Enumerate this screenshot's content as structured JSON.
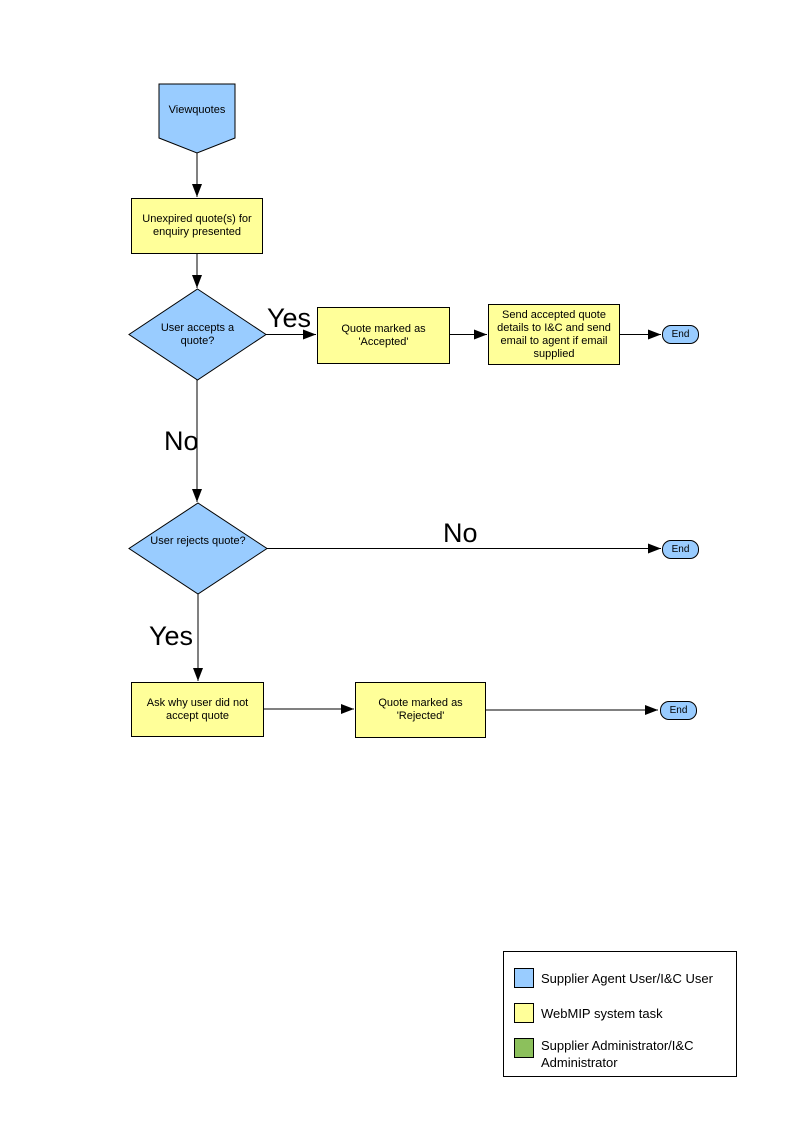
{
  "flowchart": {
    "start": "Viewquotes",
    "process_unexpired": "Unexpired quote(s) for enquiry presented",
    "decision_accepts": "User accepts a quote?",
    "label_accepts_yes": "Yes",
    "process_marked_accepted": "Quote  marked as 'Accepted'",
    "process_send_details": "Send accepted quote details to I&C and send email to agent if email supplied",
    "end_accepted": "End",
    "label_accepts_no": "No",
    "decision_rejects": "User rejects quote?",
    "label_rejects_no": "No",
    "end_not_rejected": "End",
    "label_rejects_yes": "Yes",
    "process_ask_why": "Ask why user did not accept quote",
    "process_marked_rejected": "Quote  marked as 'Rejected'",
    "end_rejected": "End"
  },
  "legend": {
    "items": [
      {
        "label": "Supplier Agent User/I&C User",
        "color": "#99CCFF"
      },
      {
        "label": "WebMIP system task",
        "color": "#FFFF99"
      },
      {
        "label": "Supplier Administrator/I&C Administrator",
        "color": "#8CC05C"
      }
    ]
  },
  "colors": {
    "user_shape": "#99CCFF",
    "system_task_shape": "#FFFF99",
    "admin_shape": "#8CC05C",
    "connector": "#000000",
    "background": "#FFFFFF"
  }
}
